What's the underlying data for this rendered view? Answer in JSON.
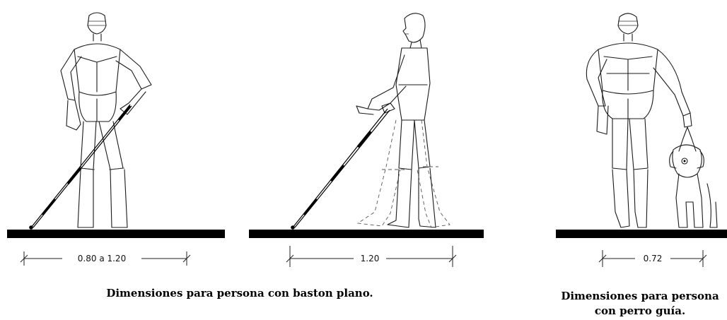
{
  "figures": [
    {
      "name": "persona con baston estatica",
      "dimension_label": "0.80 a 1.20"
    },
    {
      "name": "persona con baston caminando",
      "dimension_label": "1.20"
    },
    {
      "name": "persona con perro guia",
      "dimension_label": "0.72"
    }
  ],
  "captions": {
    "cane": "Dimensiones para persona con baston plano.",
    "dog_line1": "Dimensiones para persona",
    "dog_line2": "con perro guía."
  }
}
